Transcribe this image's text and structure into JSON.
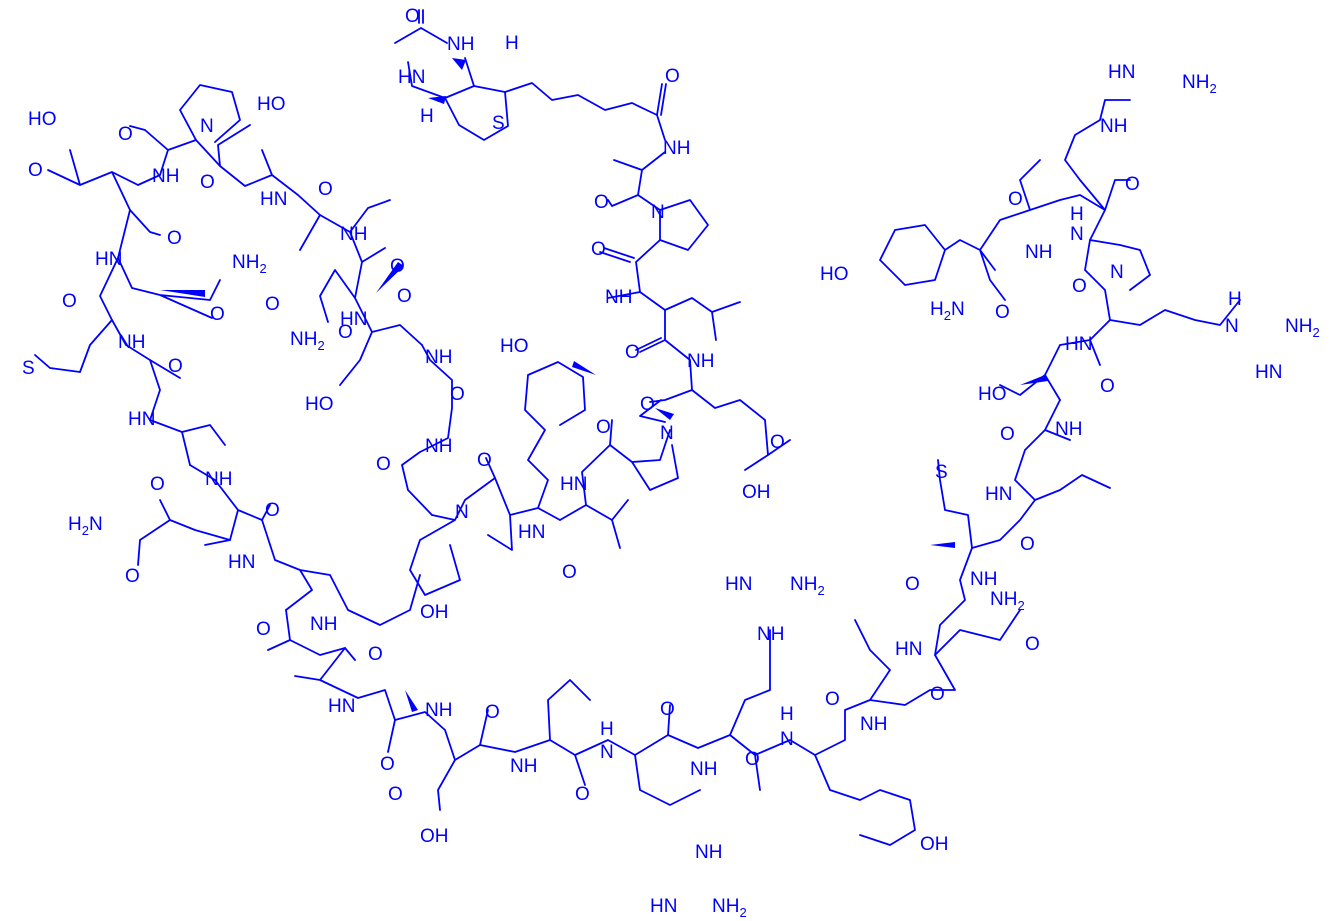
{
  "diagram": {
    "type": "chemical-structure",
    "color": "#0000ff",
    "atom_labels": {
      "oh": "OH",
      "ho": "HO",
      "o": "O",
      "n": "N",
      "nh": "NH",
      "hn": "HN",
      "nh2": "NH2",
      "h2n": "H2N",
      "s": "S",
      "h": "H"
    },
    "residues": [
      "Biotin",
      "Ala",
      "Pro",
      "Leu",
      "Glu",
      "Pro",
      "Val",
      "Tyr",
      "Pro",
      "Gly",
      "Asp",
      "Asn",
      "Ala",
      "Thr",
      "Pro",
      "Glu",
      "Gln",
      "Met",
      "Ala",
      "Gln",
      "Tyr",
      "Ala",
      "Ala",
      "Asp",
      "Leu",
      "Arg",
      "Arg",
      "Tyr",
      "Ile",
      "Asn",
      "Met",
      "Leu",
      "Thr",
      "Arg",
      "Pro",
      "Arg",
      "Tyr-NH2"
    ]
  }
}
